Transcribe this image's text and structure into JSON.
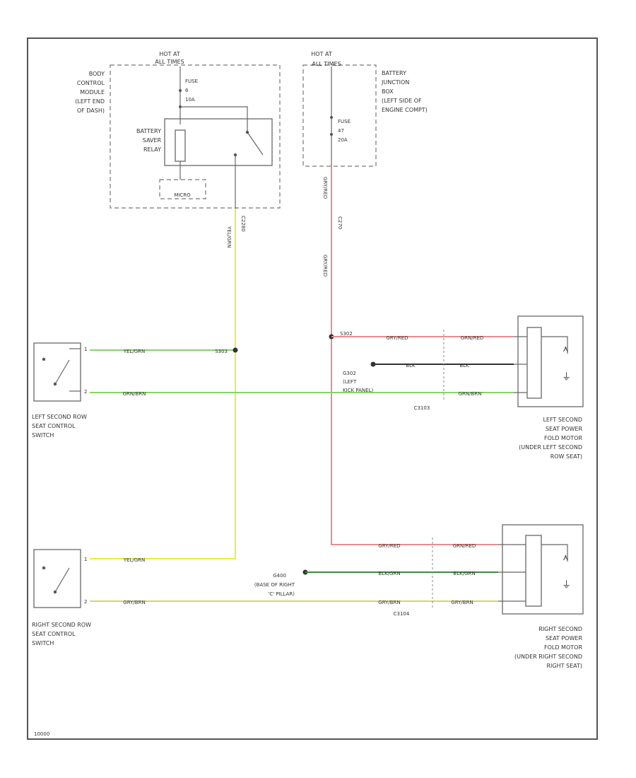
{
  "colors": {
    "yellow": "#e6ef3e",
    "green": "#86d36a",
    "red": "#ea8c8c",
    "black": "#333333",
    "green_yellow": "#d7d36f",
    "dark_green": "#3f8a45"
  },
  "labels": {
    "hot_left": [
      "HOT AT",
      "ALL TIMES"
    ],
    "hot_right": [
      "HOT AT",
      "ALL TIMES"
    ],
    "bcm": [
      "BODY",
      "CONTROL",
      "MODULE",
      "(LEFT END",
      "OF DASH)"
    ],
    "bjb": [
      "BATTERY",
      "JUNCTION",
      "BOX",
      "(LEFT SIDE OF",
      "ENGINE COMPT)"
    ],
    "relay": [
      "BATTERY",
      "SAVER",
      "RELAY"
    ],
    "micro": "MICRO",
    "fuse_left": [
      "FUSE",
      "6",
      "10A"
    ],
    "fuse_right": [
      "FUSE",
      "47",
      "20A"
    ],
    "c2280": "C2280",
    "c270": "C270",
    "wire_yel_vert": "YEL/GRN",
    "wire_red_vert1": "GRY/RED",
    "wire_red_vert2": "GRY/RED",
    "s302": "S302",
    "s303": "S303",
    "g302": [
      "G302",
      "(LEFT",
      "KICK PANEL)"
    ],
    "c3103": "C3103",
    "c3104": "C3104",
    "g400": [
      "G400",
      "(BASE OF RIGHT",
      "'C' PILLAR)"
    ],
    "left_switch": [
      "LEFT SECOND ROW",
      "SEAT CONTROL",
      "SWITCH"
    ],
    "right_switch": [
      "RIGHT SECOND ROW",
      "SEAT CONTROL",
      "SWITCH"
    ],
    "left_motor": [
      "LEFT SECOND",
      "SEAT POWER",
      "FOLD MOTOR",
      "(UNDER LEFT SECOND",
      "ROW SEAT)"
    ],
    "right_motor": [
      "RIGHT SECOND",
      "SEAT POWER",
      "FOLD MOTOR",
      "(UNDER RIGHT SECOND",
      "RIGHT SEAT)"
    ],
    "pin_left_1": "1",
    "pin_left_2": "2",
    "pin_right_1": "1",
    "pin_right_2": "2",
    "l_yel": "YEL/GRN",
    "l_grn": "GRN/BRN",
    "l_red1": "GRY/RED",
    "l_red2": "GRN/RED",
    "l_blk": "BLK",
    "l_blk2": "BLK",
    "l_grn2": "GRN/BRN",
    "r_yel": "YEL/GRN",
    "r_red1": "GRY/RED",
    "r_red2": "GRN/RED",
    "r_blk1": "BLK/GRN",
    "r_blk2": "BLK/GRN",
    "r_gb1": "GRY/BRN",
    "r_gb2": "GRY/BRN",
    "footer": "10000"
  }
}
